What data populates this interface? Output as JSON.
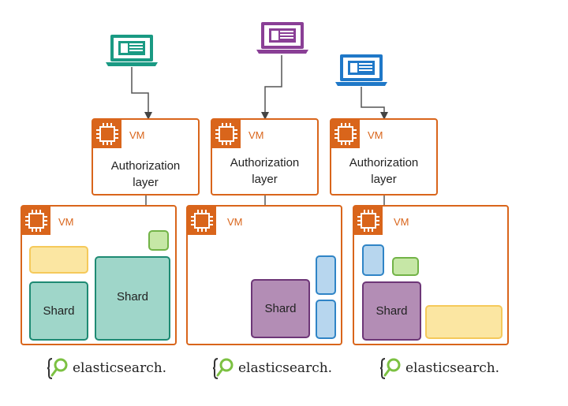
{
  "colors": {
    "aws_orange": "#d9651b",
    "teal": "#1a9a83",
    "purple": "#8a3f96",
    "blue": "#1f78c8",
    "shard_green_fill": "#9fd6c9",
    "shard_green_border": "#1e8a73",
    "shard_purple_fill": "#b38db5",
    "shard_purple_border": "#6d3677",
    "shard_blue_fill": "#b7d6ee",
    "shard_blue_border": "#2f84c6",
    "yellow_fill": "#fbe6a2",
    "yellow_border": "#f5c95a",
    "lightgreen_fill": "#c6e7a6",
    "lightgreen_border": "#72b347"
  },
  "clients": [
    {
      "icon": "laptop-icon",
      "color": "teal"
    },
    {
      "icon": "laptop-icon",
      "color": "purple"
    },
    {
      "icon": "laptop-icon",
      "color": "blue"
    }
  ],
  "auth_vms": [
    {
      "vm_label": "VM",
      "title_line1": "Authorization",
      "title_line2": "layer"
    },
    {
      "vm_label": "VM",
      "title_line1": "Authorization",
      "title_line2": "layer"
    },
    {
      "vm_label": "VM",
      "title_line1": "Authorization",
      "title_line2": "layer"
    }
  ],
  "cluster_vms": [
    {
      "vm_label": "VM",
      "shards": [
        "Shard",
        "Shard"
      ]
    },
    {
      "vm_label": "VM",
      "shards": [
        "Shard"
      ]
    },
    {
      "vm_label": "VM",
      "shards": [
        "Shard"
      ]
    }
  ],
  "logos": [
    {
      "text": "elasticsearch."
    },
    {
      "text": "elasticsearch."
    },
    {
      "text": "elasticsearch."
    }
  ]
}
